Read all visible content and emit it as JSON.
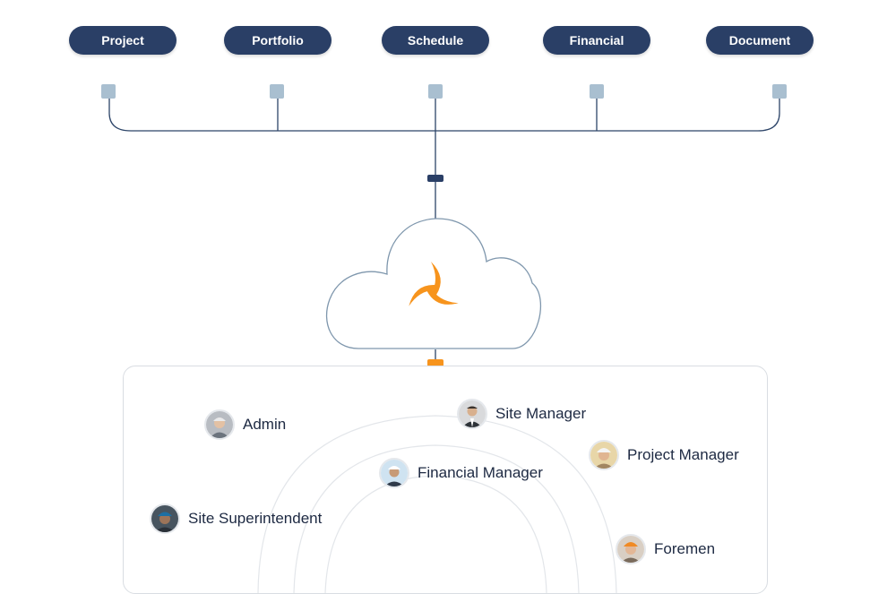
{
  "modules": [
    {
      "label": "Project"
    },
    {
      "label": "Portfolio"
    },
    {
      "label": "Schedule"
    },
    {
      "label": "Financial"
    },
    {
      "label": "Document"
    }
  ],
  "colors": {
    "pill": "#2a3f66",
    "connector": "#a9bfd0",
    "cloud_stroke": "#7f97ad",
    "brand": "#f7941d",
    "panel_border": "#d9dde2"
  },
  "cloud": {
    "icon": "brand-logo-icon"
  },
  "users": [
    {
      "label": "Admin",
      "icon": "admin-avatar"
    },
    {
      "label": "Site Manager",
      "icon": "site-manager-avatar"
    },
    {
      "label": "Project Manager",
      "icon": "project-manager-avatar"
    },
    {
      "label": "Financial Manager",
      "icon": "financial-manager-avatar"
    },
    {
      "label": "Site Superintendent",
      "icon": "site-superintendent-avatar"
    },
    {
      "label": "Foremen",
      "icon": "foremen-avatar"
    }
  ]
}
